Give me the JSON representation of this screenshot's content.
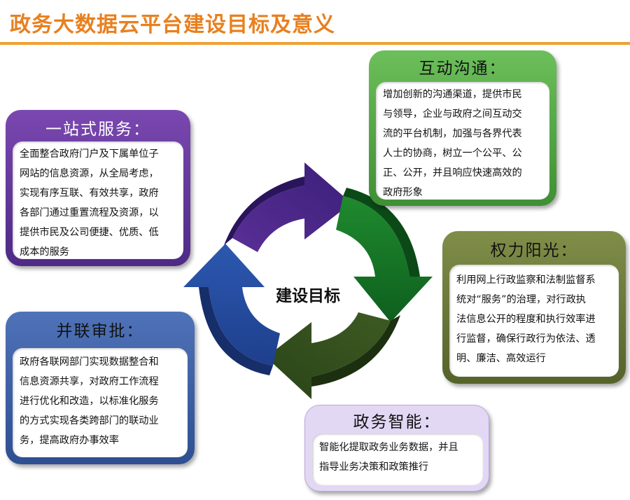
{
  "title": "政务大数据云平台建设目标及意义",
  "center": "建设目标",
  "colors": {
    "title": "#e8801f",
    "rule": "#f0a030",
    "onestop": "#6b3a9e",
    "communication": "#5aa84a",
    "power": "#6b7a3a",
    "parallel": "#3d5ea6",
    "smart": "#d9cdf0"
  },
  "cards": {
    "onestop": {
      "title": "一站式服务：",
      "lines": [
        "全面整合政府门户及下属单位子",
        "网站的信息资源，从全局考虑，",
        "实现有序互联、有效共享，政府",
        "各部门通过重置流程及资源，以",
        "提供市民及公司便捷、优质、低",
        "成本的服务"
      ]
    },
    "communication": {
      "title": "互动沟通：",
      "lines": [
        "增加创新的沟通渠道，提供市民",
        "与领导，企业与政府之间互动交",
        "流的平台机制，加强与各界代表",
        "人士的协商，树立一个公平、公",
        "正、公开，并且响应快速高效的",
        "政府形象"
      ]
    },
    "power": {
      "title": "权力阳光：",
      "lines": [
        "利用网上行政监察和法制监督系",
        "统对“服务”的治理，对行政执",
        "法信息公开的程度和执行效率进",
        "行监督，确保行政行为依法、透",
        "明、廉洁、高效运行"
      ]
    },
    "parallel": {
      "title": "并联审批：",
      "lines": [
        "政府各联网部门实现数据整合和",
        "信息资源共享，对政府工作流程",
        "进行优化和改造，以标准化服务",
        "的方式实现各类跨部门的联动业",
        "务，提高政府办事效率"
      ]
    },
    "smart": {
      "title": "政务智能：",
      "lines": [
        "智能化提取政务业务数据，并且",
        "指导业务决策和政策推行"
      ]
    }
  }
}
